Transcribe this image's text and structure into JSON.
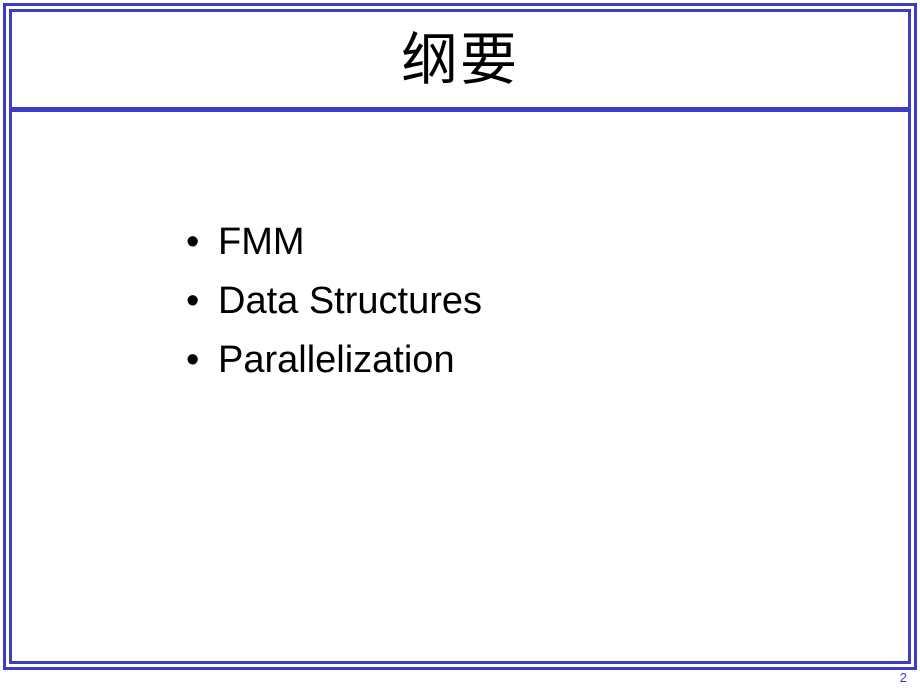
{
  "slide": {
    "title": "纲要",
    "page_number": "2",
    "colors": {
      "accent": "#3c3cc8",
      "text": "#000000",
      "background": "#ffffff"
    },
    "bullets": [
      {
        "marker": "•",
        "label": "FMM"
      },
      {
        "marker": "•",
        "label": "Data Structures"
      },
      {
        "marker": "•",
        "label": "Parallelization"
      }
    ]
  }
}
